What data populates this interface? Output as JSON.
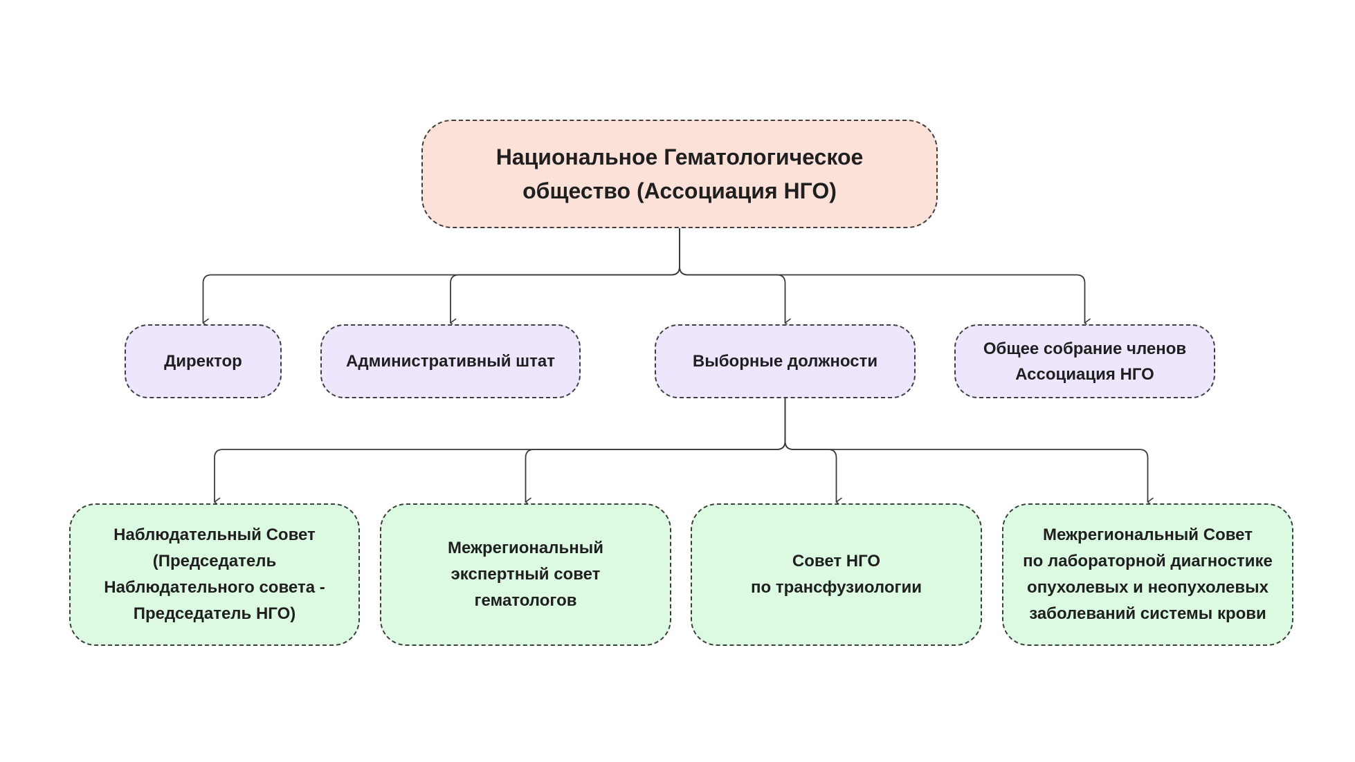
{
  "colors": {
    "root_fill": "#fce1d8",
    "level1_fill": "#ede6fd",
    "level2_fill": "#dcf9e2",
    "border": "#3d3d3d",
    "connector": "#3a3a3a"
  },
  "root": {
    "label": "Национальное Гематологическое\nобщество (Ассоциация НГО)"
  },
  "level1": [
    {
      "id": "director",
      "label": "Директор"
    },
    {
      "id": "admin",
      "label": "Административный штат"
    },
    {
      "id": "elected",
      "label": "Выборные должности"
    },
    {
      "id": "assembly",
      "label": "Общее собрание членов\nАссоциация НГО"
    }
  ],
  "level2": [
    {
      "id": "supervisory",
      "label": "Наблюдательный Совет\n(Председатель\nНаблюдательного совета  -\nПредседатель НГО)"
    },
    {
      "id": "expert",
      "label": "Межрегиональный\nэкспертный совет\nгематологов"
    },
    {
      "id": "transfusion",
      "label": "Совет НГО\nпо трансфузиологии"
    },
    {
      "id": "laboratory",
      "label": "Межрегиональный Совет\nпо лабораторной диагностике\nопухолевых и неопухолевых\nзаболеваний системы крови"
    }
  ],
  "edges": [
    {
      "from": "root",
      "to": "director"
    },
    {
      "from": "root",
      "to": "admin"
    },
    {
      "from": "root",
      "to": "elected"
    },
    {
      "from": "root",
      "to": "assembly"
    },
    {
      "from": "elected",
      "to": "supervisory"
    },
    {
      "from": "elected",
      "to": "expert"
    },
    {
      "from": "elected",
      "to": "transfusion"
    },
    {
      "from": "elected",
      "to": "laboratory"
    }
  ]
}
